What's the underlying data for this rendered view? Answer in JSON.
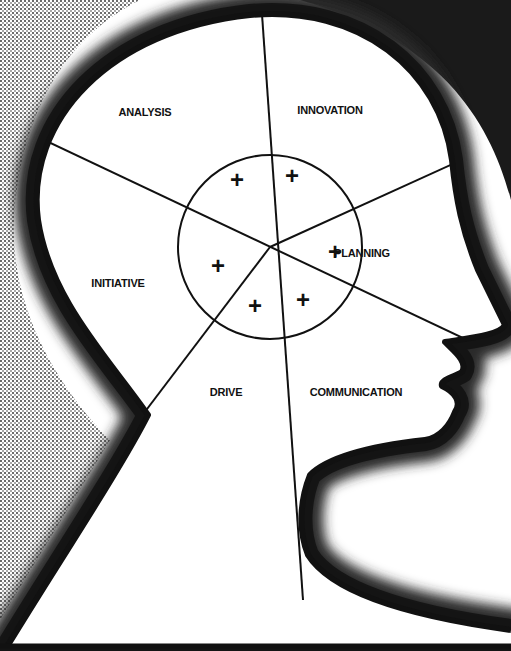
{
  "diagram": {
    "labels": [
      "ANALYSIS",
      "INNOVATION",
      "INITIATIVE",
      "PLANNING",
      "DRIVE",
      "COMMUNICATION",
      "+",
      "+",
      "+",
      "+",
      "+",
      "+"
    ]
  }
}
